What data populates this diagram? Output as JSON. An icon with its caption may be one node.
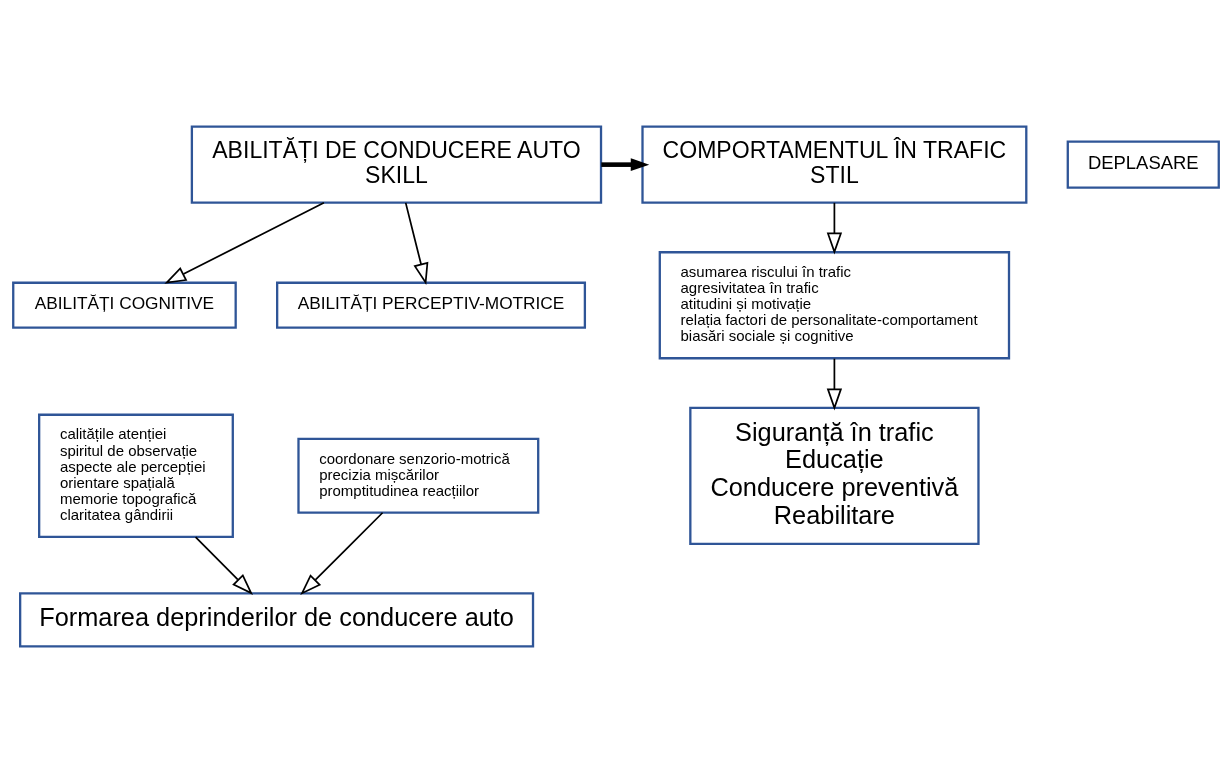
{
  "diagram": {
    "nodes": [
      {
        "text": [
          "ABILITĂȚI DE CONDUCERE AUTO",
          "SKILL"
        ]
      },
      {
        "text": [
          "DEPLASARE"
        ]
      },
      {
        "text": [
          "COMPORTAMENTUL ÎN TRAFIC",
          "STIL"
        ]
      },
      {
        "text": [
          "ABILITĂȚI COGNITIVE"
        ]
      },
      {
        "text": [
          "ABILITĂȚI PERCEPTIV-MOTRICE"
        ]
      },
      {
        "text": [
          "asumarea riscului în trafic",
          "agresivitatea în trafic",
          "atitudini și motivație",
          "relația factori de personalitate-comportament",
          "biasări sociale și cognitive"
        ]
      },
      {
        "text": [
          "calitățile atenției",
          "spiritul de observație",
          "aspecte ale percepției",
          "orientare spațială",
          "memorie topografică",
          "claritatea gândirii"
        ]
      },
      {
        "text": [
          "coordonare senzorio-motrică",
          "precizia mișcărilor",
          "promptitudinea reacțiilor"
        ]
      },
      {
        "text": [
          "Formarea deprinderilor de conducere auto"
        ]
      },
      {
        "text": [
          "Siguranță în trafic",
          "Educație",
          "Conducere preventivă",
          "Reabilitare"
        ]
      }
    ],
    "edges": [
      {
        "from": 0,
        "to": 2,
        "arrow": "to",
        "style": "thick"
      },
      {
        "from": 0,
        "to": 3,
        "arrow": "to"
      },
      {
        "from": 0,
        "to": 4,
        "arrow": "to"
      },
      {
        "from": 2,
        "to": 5,
        "arrow": "to"
      },
      {
        "from": 5,
        "to": 9,
        "arrow": "to"
      },
      {
        "from": 6,
        "to": 8,
        "arrow": "to"
      },
      {
        "from": 7,
        "to": 8,
        "arrow": "to"
      }
    ]
  }
}
